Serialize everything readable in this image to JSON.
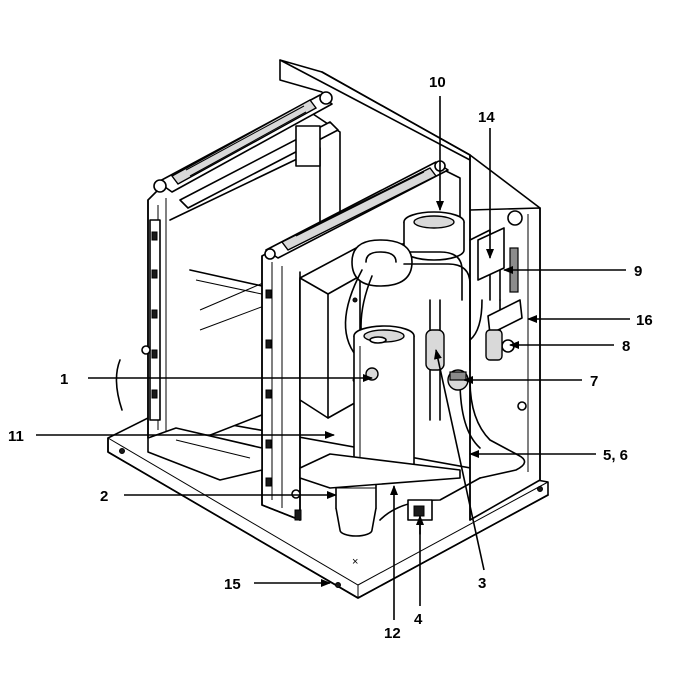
{
  "callouts": {
    "c1": "1",
    "c2": "2",
    "c3": "3",
    "c4": "4",
    "c56": "5, 6",
    "c7": "7",
    "c8": "8",
    "c9": "9",
    "c10": "10",
    "c11": "11",
    "c12": "12",
    "c14": "14",
    "c15": "15",
    "c16": "16"
  }
}
